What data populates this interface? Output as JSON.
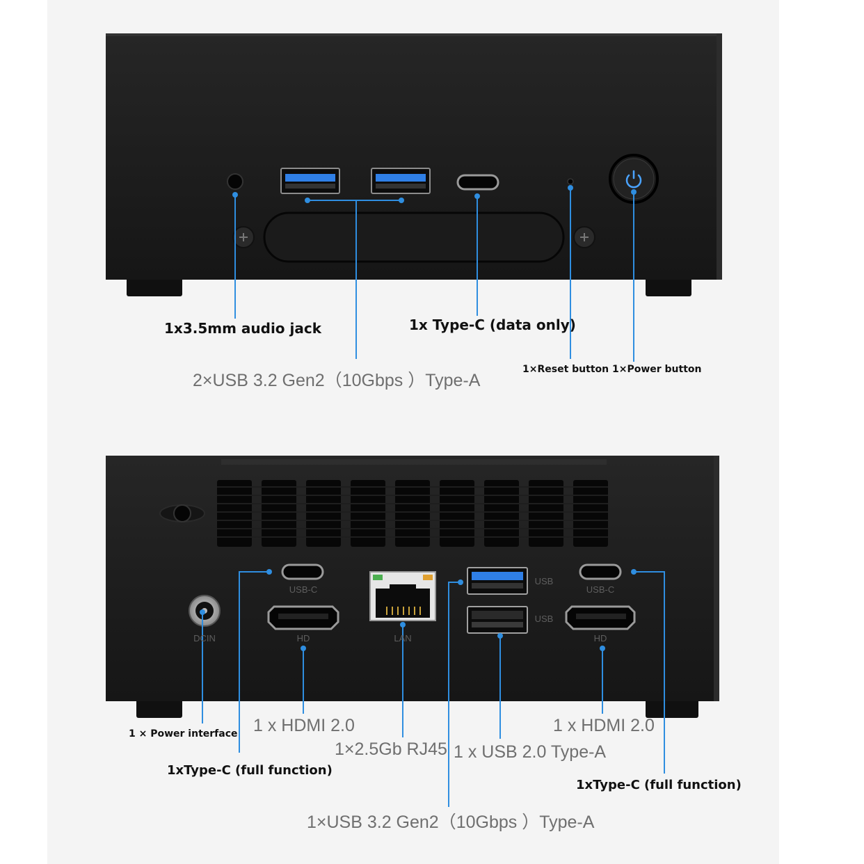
{
  "front_panel": {
    "callouts": {
      "audio_jack": "1x3.5mm audio jack",
      "type_c_data": "1x Type-C (data only)",
      "usb_a_pair": "2×USB 3.2 Gen2（10Gbps ）Type-A",
      "reset_power": "1×Reset button 1×Power button"
    }
  },
  "rear_panel": {
    "port_labels": {
      "usb_c_left": "USB-C",
      "usb_c_right": "USB-C",
      "hd_left": "HD",
      "hd_right": "HD",
      "dcin": "DCIN",
      "lan": "LAN",
      "usb_top": "USB",
      "usb_bottom": "USB"
    },
    "callouts": {
      "power_interface": "1 × Power interface",
      "type_c_full_left": "1xType-C (full function)",
      "hdmi_left": "1 x HDMI 2.0",
      "rj45": "1×2.5Gb RJ45",
      "usb2": "1 x USB 2.0 Type-A",
      "hdmi_right": "1 x HDMI 2.0",
      "type_c_full_right": "1xType-C (full function)",
      "usb32": "1×USB 3.2 Gen2（10Gbps ）Type-A"
    }
  },
  "colors": {
    "leader_line": "#2f8ee0",
    "usb3_blue": "#2f7fe6",
    "chassis": "#1c1c1c",
    "label_gray": "#6f6f6f"
  }
}
